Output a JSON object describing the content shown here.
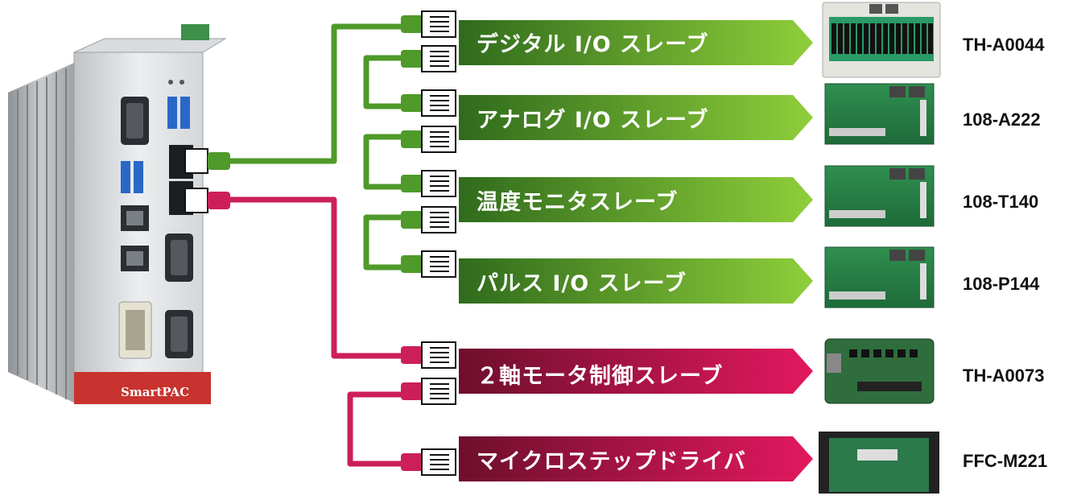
{
  "controller": {
    "brand": "SmartPAC"
  },
  "colors": {
    "green_cable": "#4f9a2a",
    "red_cable": "#cc1f5a",
    "green_arrow_dark": "#2f6b1c",
    "green_arrow_light": "#8fce3a",
    "red_arrow_dark": "#6d0f2c",
    "red_arrow_light": "#e3185f"
  },
  "slaves": [
    {
      "label": "デジタル I/O スレーブ",
      "model": "TH-A0044",
      "bus": "green",
      "icon": "relay-io-board-icon"
    },
    {
      "label": "アナログ I/O スレーブ",
      "model": "108-A222",
      "bus": "green",
      "icon": "green-pcb-board-icon"
    },
    {
      "label": "温度モニタスレーブ",
      "model": "108-T140",
      "bus": "green",
      "icon": "green-pcb-board-icon"
    },
    {
      "label": "パルス I/O スレーブ",
      "model": "108-P144",
      "bus": "green",
      "icon": "green-pcb-board-icon"
    },
    {
      "label": "２軸モータ制御スレーブ",
      "model": "TH-A0073",
      "bus": "red",
      "icon": "motor-control-board-icon"
    },
    {
      "label": "マイクロステップドライバ",
      "model": "FFC-M221",
      "bus": "red",
      "icon": "stepper-driver-board-icon"
    }
  ]
}
